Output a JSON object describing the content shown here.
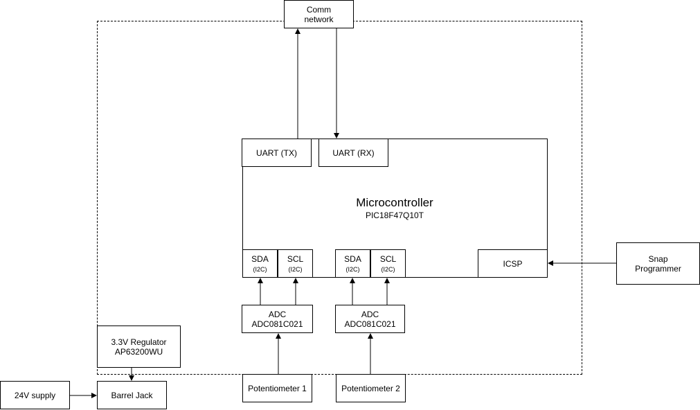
{
  "diagram": {
    "comm_network": {
      "line1": "Comm",
      "line2": "network"
    },
    "uart_tx": "UART (TX)",
    "uart_rx": "UART (RX)",
    "microcontroller": {
      "title": "Microcontroller",
      "part": "PIC18F47Q10T"
    },
    "pins": {
      "sda1": {
        "label": "SDA",
        "sub": "(I2C)"
      },
      "scl1": {
        "label": "SCL",
        "sub": "(I2C)"
      },
      "sda2": {
        "label": "SDA",
        "sub": "(I2C)"
      },
      "scl2": {
        "label": "SCL",
        "sub": "(I2C)"
      }
    },
    "icsp": "ICSP",
    "snap_programmer": {
      "line1": "Snap",
      "line2": "Programmer"
    },
    "adc1": {
      "line1": "ADC",
      "line2": "ADC081C021"
    },
    "adc2": {
      "line1": "ADC",
      "line2": "ADC081C021"
    },
    "potentiometer1": "Potentiometer 1",
    "potentiometer2": "Potentiometer 2",
    "regulator": {
      "line1": "3.3V Regulator",
      "line2": "AP63200WU"
    },
    "supply": "24V supply",
    "barrel_jack": "Barrel Jack"
  }
}
